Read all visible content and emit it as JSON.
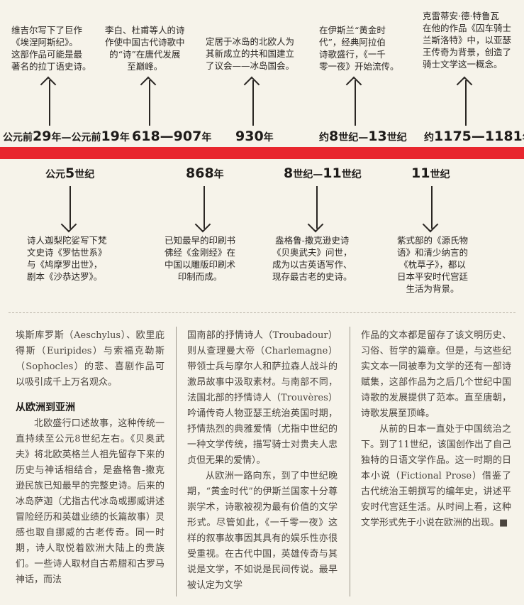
{
  "timeline": {
    "upper": [
      {
        "lines": [
          "维吉尔写下了巨作",
          "《埃涅阿斯纪》。",
          "这部作品可能是最",
          "著名的拉丁语史诗。"
        ],
        "date": {
          "p1": "公元前",
          "n1": "29",
          "p2": "年—公元前",
          "n2": "19",
          "p3": "年"
        }
      },
      {
        "lines": [
          "李白、杜甫等人的诗",
          "作使中国古代诗歌中",
          "的“诗”在唐代发展",
          "至巅峰。"
        ],
        "date": {
          "p1": "",
          "n1": "618—907",
          "p2": "年",
          "n2": "",
          "p3": ""
        }
      },
      {
        "lines": [
          "定居于冰岛的北欧人为",
          "其新成立的共和国建立",
          "了议会——冰岛国会。"
        ],
        "date": {
          "p1": "",
          "n1": "930",
          "p2": "年",
          "n2": "",
          "p3": ""
        }
      },
      {
        "lines": [
          "在伊斯兰“黄金时",
          "代”，经典阿拉伯",
          "诗歌盛行，《一千",
          "零一夜》开始流传。"
        ],
        "date": {
          "p1": "约",
          "n1": "8",
          "p2": "世纪—",
          "n2": "13",
          "p3": "世纪"
        }
      },
      {
        "lines": [
          "克雷蒂安·德·特鲁瓦",
          "在他的作品《囚车骑士",
          "兰斯洛特》中，以亚瑟",
          "王传奇为背景，创造了",
          "骑士文学这一概念。"
        ],
        "date": {
          "p1": "约",
          "n1": "1175—1181",
          "p2": "年",
          "n2": "",
          "p3": ""
        }
      }
    ],
    "lower": [
      {
        "date": {
          "p1": "公元",
          "n1": "5",
          "p2": "世纪",
          "n2": "",
          "p3": ""
        },
        "lines": [
          "诗人迦梨陀娑写下梵",
          "文史诗《罗怙世系》",
          "与《鸠摩罗出世》，",
          "剧本《沙恭达罗》。"
        ]
      },
      {
        "date": {
          "p1": "",
          "n1": "868",
          "p2": "年",
          "n2": "",
          "p3": ""
        },
        "lines": [
          "已知最早的印刷书",
          "佛经《金刚经》在",
          "中国以雕版印刷术",
          "印制而成。"
        ]
      },
      {
        "date": {
          "p1": "",
          "n1": "8",
          "p2": "世纪—",
          "n2": "11",
          "p3": "世纪"
        },
        "lines": [
          "盎格鲁-撒克逊史诗",
          "《贝奥武夫》问世，",
          "成为以古英语写作、",
          "现存最古老的史诗。"
        ]
      },
      {
        "date": {
          "p1": "",
          "n1": "11",
          "p2": "世纪",
          "n2": "",
          "p3": ""
        },
        "lines": [
          "紫式部的《源氏物",
          "语》和清少纳言的",
          "《枕草子》，都以",
          "日本平安时代宫廷",
          "生活为背景。"
        ]
      }
    ]
  },
  "article": {
    "col1_p1": "埃斯库罗斯（Aeschylus）、欧里庇得斯（Euripides）与索福克勒斯（Sophocles）的悲、喜剧作品可以吸引成千上万名观众。",
    "heading": "从欧洲到亚洲",
    "col1_p2": "北欧盛行口述故事，这种传统一直持续至公元8世纪左右。《贝奥武夫》将北欧英格兰人祖先留存下来的历史与神话相结合，是盎格鲁-撒克逊民族已知最早的完整史诗。后来的冰岛萨迦（尤指古代冰岛或挪威讲述冒险经历和英雄业绩的长篇故事）灵感也取自挪威的古老传奇。同一时期，诗人取悦着欧洲大陆上的贵族们。一些诗人取材自古希腊和古罗马神话，而法",
    "col2_p1": "国南部的抒情诗人（Troubadour）则从查理曼大帝（Charlemagne）带领士兵与摩尔人和萨拉森人战斗的激昂故事中汲取素材。与南部不同，法国北部的抒情诗人（Trouvères）吟诵传奇人物亚瑟王统治英国时期，抒情热烈的典雅爱情（尤指中世纪的一种文学传统，描写骑士对贵夫人忠贞但无果的爱情）。",
    "col2_p2": "从欧洲一路向东，到了中世纪晚期，“黄金时代”的伊斯兰国家十分尊崇学术，诗歌被视为最有价值的文学形式。尽管如此，《一千零一夜》这样的叙事故事因其具有的娱乐性亦很受重视。在古代中国，英雄传奇与其说是文学，不如说是民间传说。最早被认定为文学",
    "col3_p1": "作品的文本都是留存了该文明历史、习俗、哲学的篇章。但是，与这些纪实文本一同被奉为文学的还有一部诗赋集，这部作品为之后几个世纪中国诗歌的发展提供了范本。直至唐朝，诗歌发展至顶峰。",
    "col3_p2": "从前的日本一直处于中国统治之下。到了11世纪，该国创作出了自己独特的日语文学作品。这一时期的日本小说（Fictional Prose）借鉴了古代统治王朝撰写的编年史，讲述平安时代宫廷生活。从时间上看，这种文学形式先于小说在欧洲的出现。■"
  }
}
